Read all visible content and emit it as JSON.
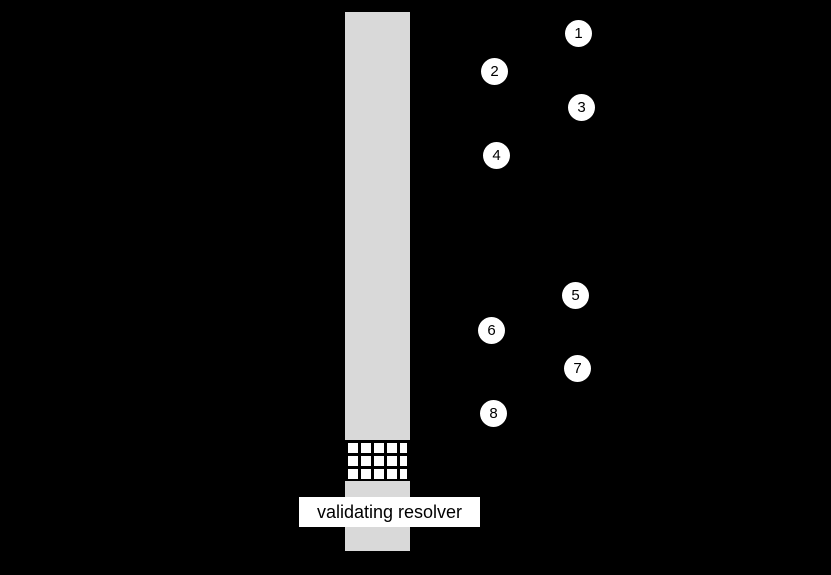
{
  "diagram": {
    "background_color": "#000000",
    "lifeline_color": "#d9d9d9",
    "resolver_label": "validating resolver",
    "steps": [
      {
        "label": "1"
      },
      {
        "label": "2"
      },
      {
        "label": "3"
      },
      {
        "label": "4"
      },
      {
        "label": "5"
      },
      {
        "label": "6"
      },
      {
        "label": "7"
      },
      {
        "label": "8"
      }
    ]
  }
}
